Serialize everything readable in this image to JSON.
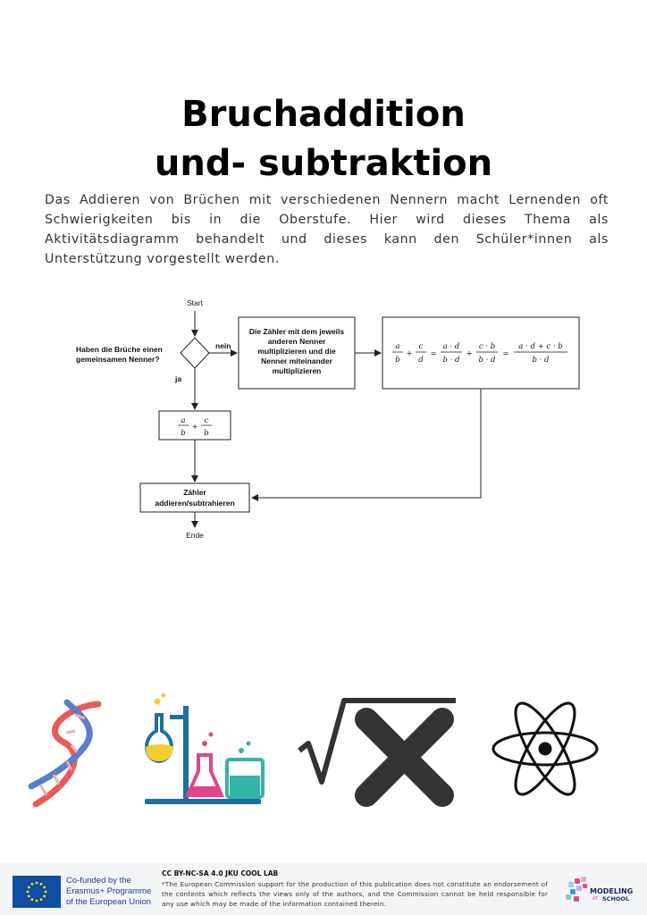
{
  "title": {
    "line1": "Bruchaddition",
    "line2": "und- subtraktion"
  },
  "intro": "Das Addieren von Brüchen mit verschiedenen Nennern macht Lernenden oft Schwierigkeiten bis in die Oberstufe. Hier wird dieses Thema als Aktivitätsdiagramm behandelt und dieses kann den Schüler*innen als Unterstützung vorgestellt werden.",
  "diagram": {
    "start": "Start",
    "question_line1": "Haben die Brüche einen",
    "question_line2": "gemeinsamen Nenner?",
    "no": "nein",
    "yes": "ja",
    "step_lines": [
      "Die Zähler mit dem jeweils",
      "anderen Nenner",
      "multiplizieren und die",
      "Nenner miteinander",
      "multiplizieren"
    ],
    "add_line1": "Zähler",
    "add_line2": "addieren/subtrahieren",
    "end": "Ende",
    "formula": {
      "a": "a",
      "b": "b",
      "c": "c",
      "d": "d",
      "plus": "+",
      "equals": "=",
      "ad": "a · d",
      "bd": "b · d",
      "cb": "c · b",
      "sum": "a · d + c · b"
    }
  },
  "icons": [
    "dna-icon",
    "chemistry-lab-icon",
    "square-root-x-icon",
    "atom-icon"
  ],
  "footer": {
    "eu_line1": "Co-funded by the",
    "eu_line2": "Erasmus+ Programme",
    "eu_line3": "of the European Union",
    "license": "CC BY-NC-SA 4.0 JKU COOL LAB",
    "disclaimer": "*The European Commission support for the production of this publication does not constitute an endorsement of the contents which reflects the views only of the authors, and the Commission cannot be held responsible for any use which may be made of the information contained therein.",
    "logo_main": "MODELING",
    "logo_at": "AT",
    "logo_sub": "SCHOOL"
  },
  "colors": {
    "eu_blue": "#0f4ea1",
    "eu_star": "#ffdd00",
    "dna_red": "#e85a5a",
    "dna_blue": "#5a7fc9",
    "lab_blue": "#1e6fa0",
    "lab_yellow": "#f2cf2f",
    "lab_pink": "#e0458a",
    "lab_teal": "#32b5a5"
  }
}
